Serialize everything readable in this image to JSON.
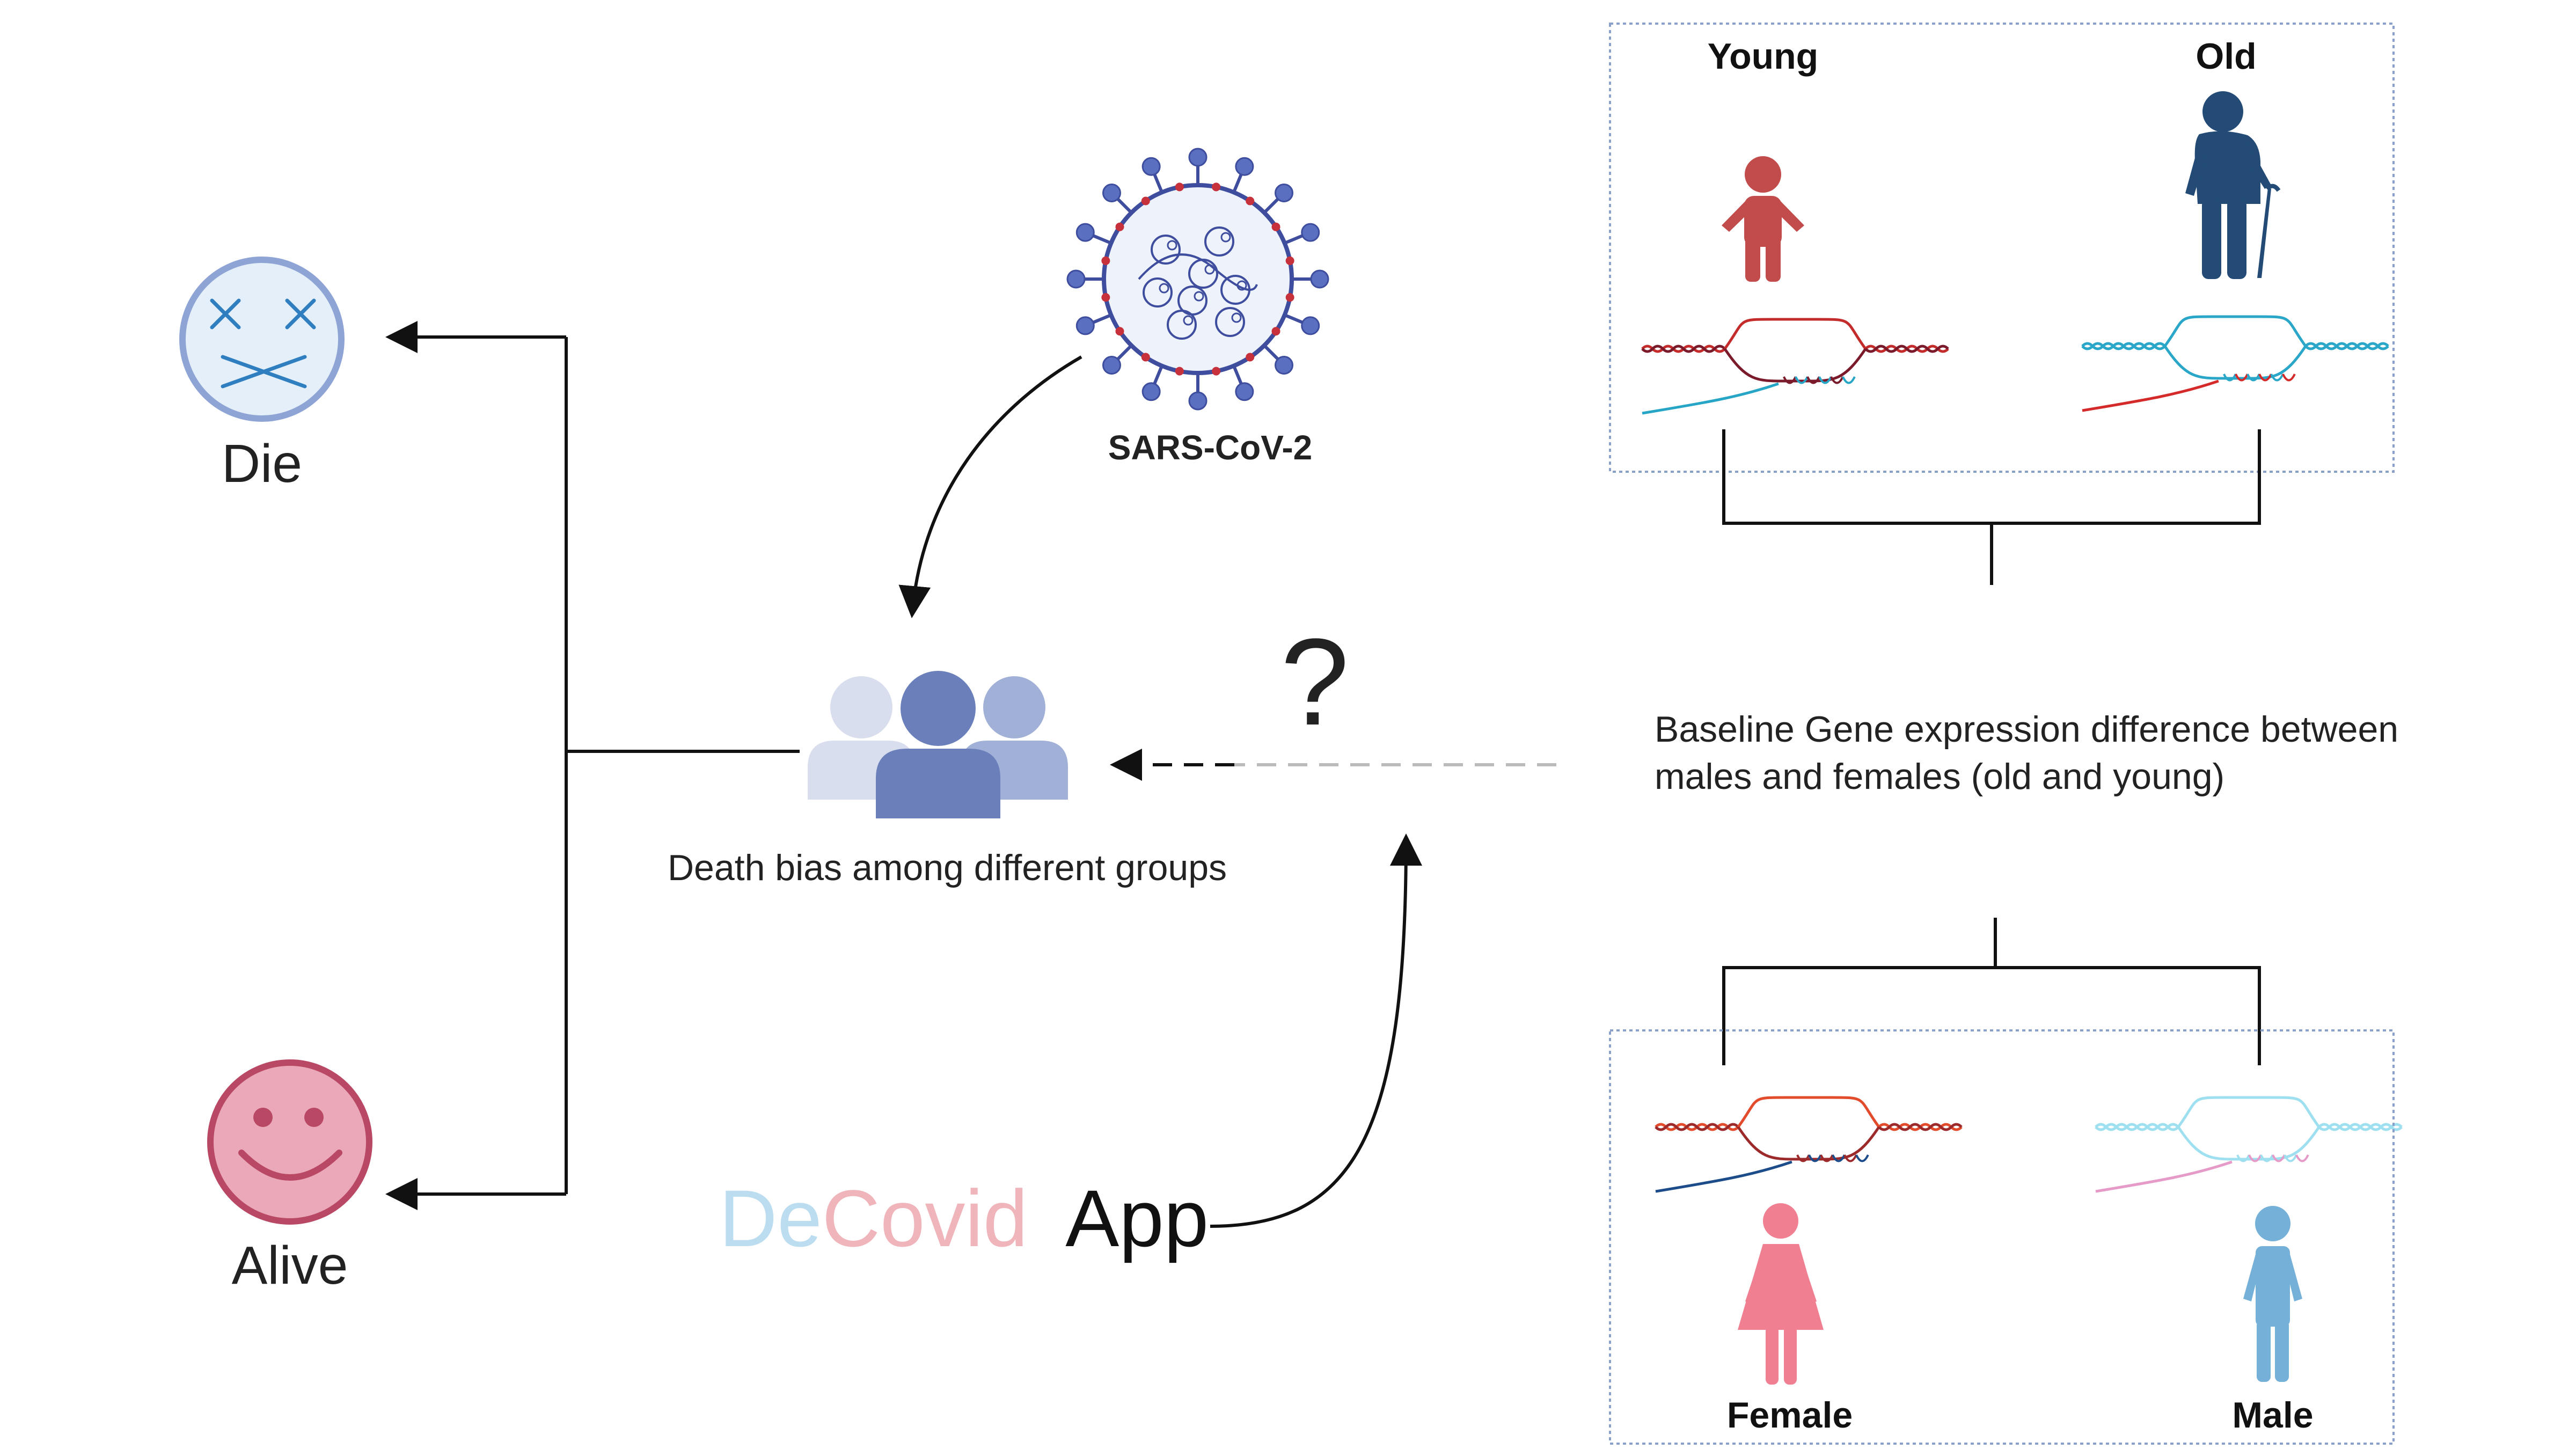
{
  "outcomes": {
    "die_label": "Die",
    "alive_label": "Alive"
  },
  "virus": {
    "label": "SARS-CoV-2"
  },
  "groups": {
    "caption": "Death bias among different groups"
  },
  "question_mark": "?",
  "app": {
    "name_part1": "De",
    "name_part2": "Covid",
    "name_part3": "App"
  },
  "age_panel": {
    "young_label": "Young",
    "old_label": "Old"
  },
  "baseline": {
    "line1": "Baseline Gene expression difference between",
    "line2": "males and females (old and young)"
  },
  "sex_panel": {
    "female_label": "Female",
    "male_label": "Male"
  },
  "colors": {
    "die_face": "#8ea4d4",
    "die_face_fill": "#e4effa",
    "die_marks": "#2f7fc0",
    "alive_face": "#b84864",
    "alive_face_fill": "#eba8b8",
    "group_main": "#6b80bb",
    "group_back_left": "#d8deed",
    "group_back_right": "#a1b0d7",
    "young": "#c24b4b",
    "old": "#234b75",
    "female": "#f07f91",
    "male": "#75b0d8",
    "app_de": "#bcdcef",
    "app_covid": "#f0b4bb",
    "virus": "#3e4d9e",
    "virus_spike_red": "#c6313c"
  }
}
